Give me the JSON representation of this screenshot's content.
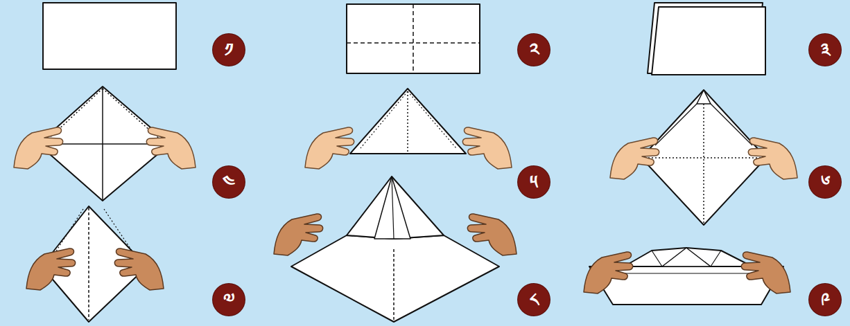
{
  "diagram": {
    "nodes": [
      {
        "text": [
          "༡"
        ]
      },
      {
        "text": [
          "༢"
        ]
      },
      {
        "text": [
          "༣"
        ]
      },
      {
        "text": [
          "༤"
        ]
      },
      {
        "text": [
          "༥"
        ]
      },
      {
        "text": [
          "༦"
        ]
      },
      {
        "text": [
          "༧"
        ]
      },
      {
        "text": [
          "༨"
        ]
      },
      {
        "text": [
          "༩"
        ]
      }
    ]
  }
}
